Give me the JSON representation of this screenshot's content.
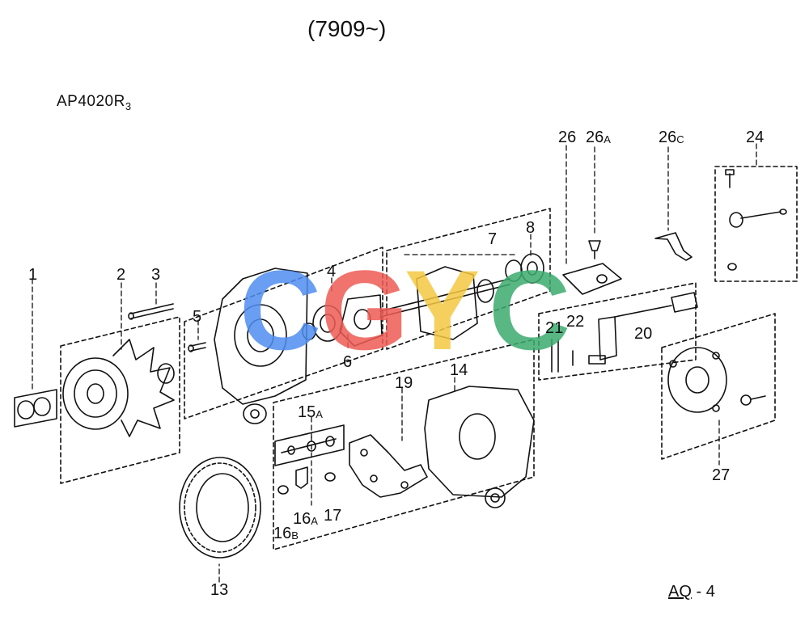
{
  "header": {
    "serial_range": "(7909~)",
    "model_base": "AP4020R",
    "model_suffix": "3"
  },
  "page_ref": {
    "code": "AQ",
    "dash": "-",
    "number": "4"
  },
  "callouts": {
    "c1": "1",
    "c2": "2",
    "c3": "3",
    "c4": "4",
    "c5": "5",
    "c6": "6",
    "c7": "7",
    "c8": "8",
    "c13": "13",
    "c14": "14",
    "c15a_num": "15",
    "c15a_suffix": "A",
    "c16a_num": "16",
    "c16a_suffix": "A",
    "c16b_num": "16",
    "c16b_suffix": "B",
    "c17": "17",
    "c19": "19",
    "c20": "20",
    "c21": "21",
    "c22": "22",
    "c24": "24",
    "c26": "26",
    "c26a_num": "26",
    "c26a_suffix": "A",
    "c26c_num": "26",
    "c26c_suffix": "C",
    "c27": "27"
  },
  "watermark": {
    "letters": [
      "C",
      "G",
      "Y",
      "C"
    ],
    "colors": [
      "#4f8ef0",
      "#ee5b55",
      "#f5c842",
      "#3cab6e"
    ]
  },
  "line_color": "#111111"
}
